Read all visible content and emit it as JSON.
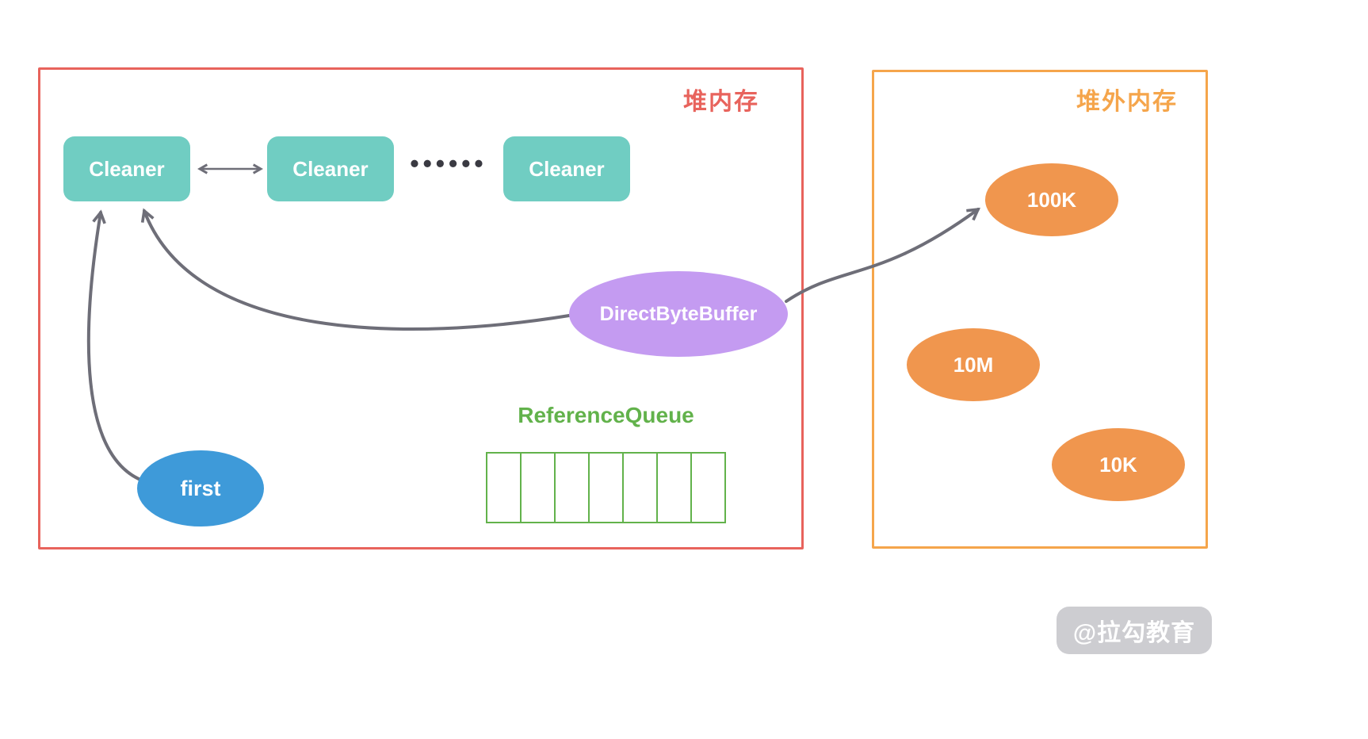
{
  "heap": {
    "label": "堆内存",
    "cleaners": [
      {
        "label": "Cleaner"
      },
      {
        "label": "Cleaner"
      },
      {
        "label": "Cleaner"
      }
    ],
    "dots": "••••••",
    "buffer_label": "DirectByteBuffer",
    "first_label": "first",
    "queue_title": "ReferenceQueue",
    "queue_cells": 7
  },
  "offheap": {
    "label": "堆外内存",
    "blocks": [
      {
        "label": "100K"
      },
      {
        "label": "10M"
      },
      {
        "label": "10K"
      }
    ]
  },
  "watermark": "@拉勾教育",
  "colors": {
    "heap_border": "#E8635C",
    "offheap_border": "#F5A54B",
    "cleaner_fill": "#70CDC2",
    "buffer_fill": "#C49BF1",
    "first_fill": "#3E9AD9",
    "offheap_block_fill": "#F0964E",
    "queue_green": "#62B24B",
    "arrow": "#6E6E78",
    "watermark_bg": "#C6C6CB"
  }
}
